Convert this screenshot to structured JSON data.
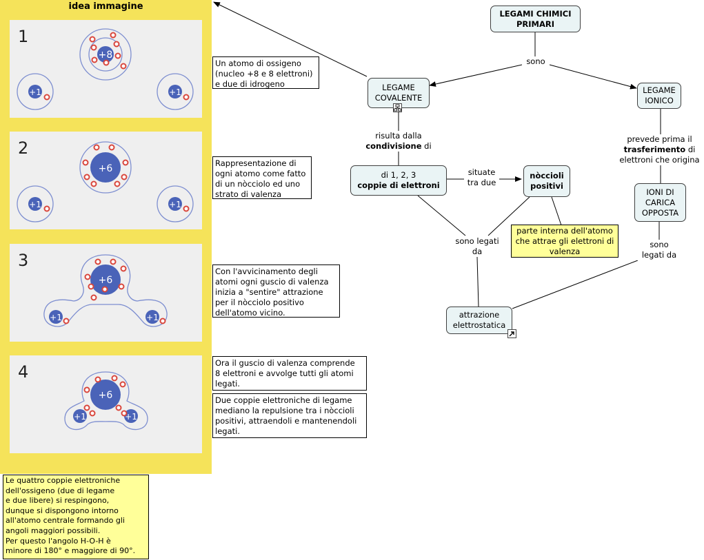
{
  "panel": {
    "title": "idea immagine",
    "frames": [
      {
        "num": "1",
        "center_charge": "+8",
        "h_charge": "+1"
      },
      {
        "num": "2",
        "center_charge": "+6",
        "h_charge": "+1"
      },
      {
        "num": "3",
        "center_charge": "+6",
        "h_charge": "+1"
      },
      {
        "num": "4",
        "center_charge": "+6",
        "h_charge": "+1"
      }
    ]
  },
  "notes": {
    "n1": [
      "Un atomo di ossigeno",
      "(nucleo +8 e 8 elettroni)",
      "e due di idrogeno"
    ],
    "n2": [
      "Rappresentazione di",
      "ogni atomo come fatto",
      "di un nòcciolo ed uno",
      "strato di valenza"
    ],
    "n3": [
      "Con l'avvicinamento degli",
      "atomi ogni guscio di valenza",
      "inizia a \"sentire\" attrazione",
      "per il nòcciolo positivo",
      "dell'atomo vicino."
    ],
    "n4": [
      "Ora il guscio di valenza comprende",
      "8 elettroni e avvolge tutti gli atomi",
      "legati."
    ],
    "n5": [
      "Due coppie elettroniche di legame",
      "mediano la repulsione tra i nòccioli",
      "positivi, attraendoli e mantenendoli",
      "legati."
    ],
    "bottom": [
      "Le quattro coppie elettroniche",
      "dell'ossigeno (due di legame",
      "e due libere) si respingono,",
      "dunque si dispongono intorno",
      "all'atomo centrale formando gli",
      "angoli maggiori possibili.",
      "Per questo l'angolo H-O-H è",
      "minore di 180° e maggiore di 90°."
    ]
  },
  "concepts": {
    "legami": [
      "LEGAMI CHIMICI",
      "PRIMARI"
    ],
    "covalente": [
      "LEGAME",
      "COVALENTE"
    ],
    "ionico": [
      "LEGAME",
      "IONICO"
    ],
    "coppie": {
      "line1": "di 1, 2, 3",
      "line2": "coppie di elettroni"
    },
    "noccioli": [
      "nòccioli",
      "positivi"
    ],
    "ioni": [
      "IONI DI",
      "CARICA",
      "OPPOSTA"
    ],
    "attrazione": [
      "attrazione",
      "elettrostatica"
    ],
    "parte_interna": [
      "parte interna dell'atomo",
      "che attrae gli elettroni di",
      "valenza"
    ]
  },
  "links": {
    "sono": "sono",
    "risulta_1": "risulta dalla",
    "risulta_bold": "condivisione",
    "risulta_2": " di",
    "situate": [
      "situate",
      "tra due"
    ],
    "prevede_1": "prevede prima il",
    "prevede_bold": "trasferimento",
    "prevede_2": " di",
    "prevede_3": "elettroni che origina",
    "sono_legati_1": [
      "sono legati",
      "da"
    ],
    "sono_legati_2": [
      "sono",
      "legati da"
    ]
  },
  "colors": {
    "panel": "#f5e35a",
    "frame": "#efefef",
    "concept": "#eaf4f5",
    "note_yellow": "#ffff99",
    "nucleus": "#4a63b8",
    "electron": "#d9463c",
    "shell": "#7d8ed0"
  },
  "icons": [
    "linked-concept-map-icon",
    "shortcut-arrow-icon"
  ]
}
